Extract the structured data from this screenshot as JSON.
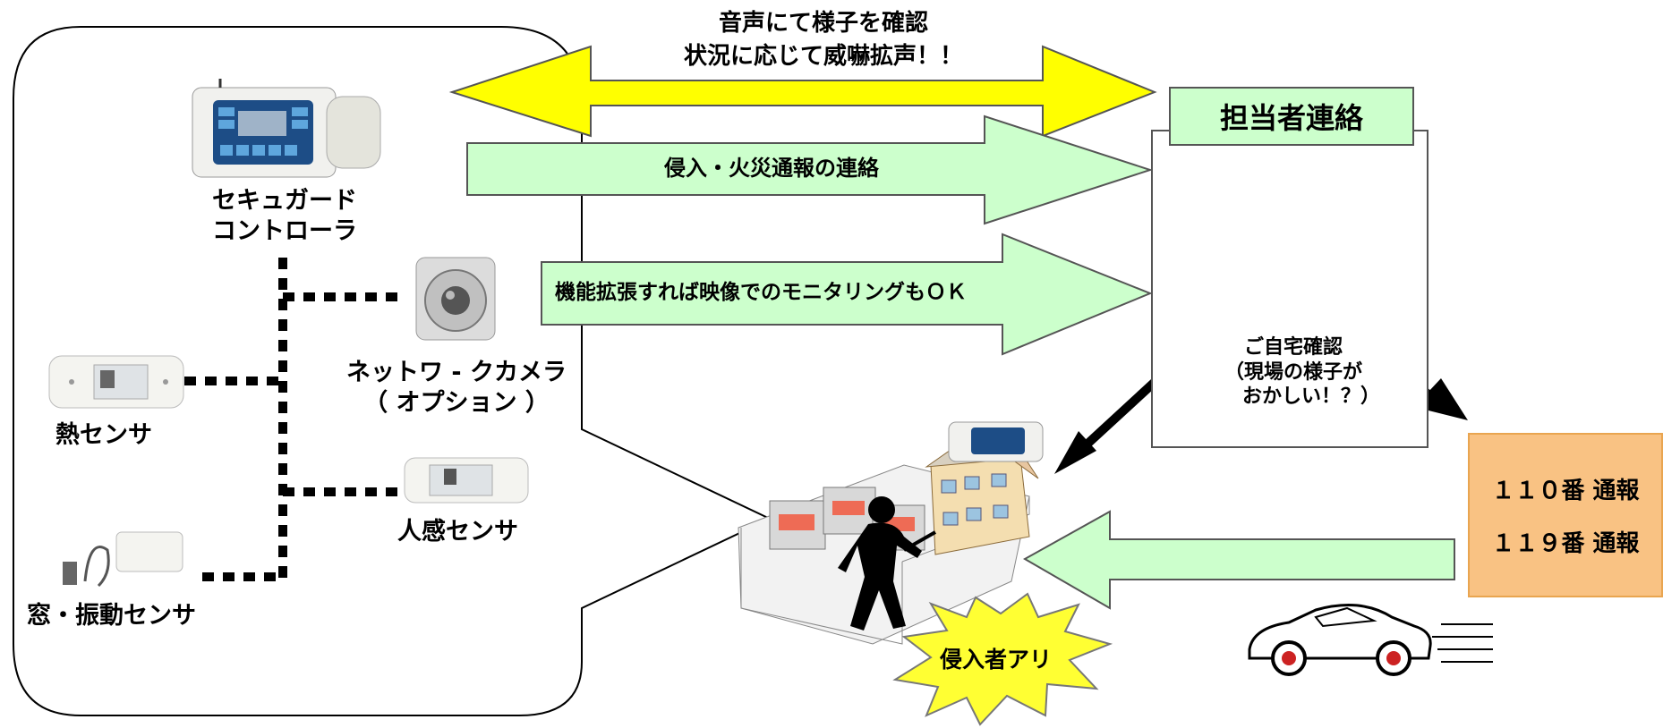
{
  "header": {
    "line1": "音声にて様子を確認",
    "line2": "状況に応じて威嚇拡声！！"
  },
  "arrows": {
    "intrusion": "侵入・火災通報の連絡",
    "monitoring": "機能拡張すれば映像でのモニタリングもＯＫ"
  },
  "devices": {
    "controller": [
      "セキュガード",
      "コントローラ"
    ],
    "network_camera": [
      "ネットワ - クカメラ",
      "（ オプション ）"
    ],
    "heat_sensor": "熱センサ",
    "motion_sensor": "人感センサ",
    "window_sensor": "窓・振動センサ"
  },
  "contact": {
    "title": "担当者連絡",
    "home_check": [
      "ご自宅確認",
      "（現場の様子が",
      "おかしい！？）"
    ]
  },
  "police": {
    "line1": "１１０番 通報",
    "line2": "１１９番 通報"
  },
  "alert": "侵入者アリ",
  "colors": {
    "yellow_arrow": "#ffff00",
    "green_arrow": "#ccffcc",
    "police_box": "#f9c283",
    "alert_burst": "#ffff33"
  }
}
